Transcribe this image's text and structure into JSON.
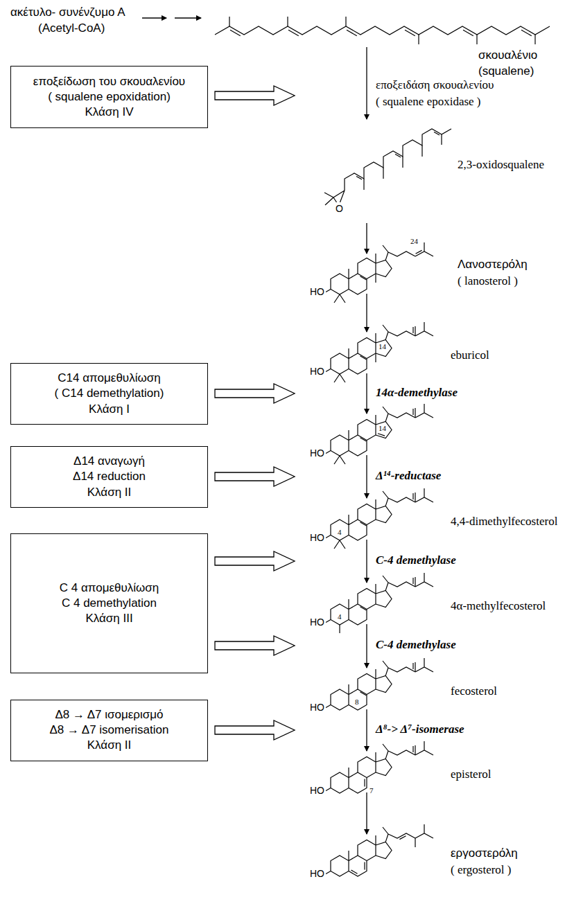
{
  "diagram": {
    "nodes": [
      {
        "text": [
          "εποξείδωση του σκουαλενίου",
          "( squalene epoxidation)",
          "Κλάση IV"
        ]
      },
      {
        "text": [
          "C14 απομεθυλίωση",
          "( C14 demethylation)",
          "Κλάση I"
        ]
      },
      {
        "text": [
          "Δ14 αναγωγή",
          "Δ14 reduction",
          "Κλάση II"
        ]
      },
      {
        "text": [
          "C 4 απομεθυλίωση",
          "C 4 demethylation",
          "Κλάση III"
        ]
      },
      {
        "text": [
          "Δ8 → Δ7 ισομερισμό",
          "Δ8 → Δ7 isomerisation",
          "Κλάση II"
        ]
      }
    ],
    "labels": [
      "ακέτυλο- συνένζυμο Α",
      "(Acetyl-CoA)",
      "σκουαλένιο",
      "(squalene)",
      "εποξειδάση σκουαλενίου",
      "( squalene epoxidase )",
      "O",
      "2,3-oxidosqualene",
      "24",
      "HO",
      "Λανοστερόλη",
      "( lanosterol )",
      "14",
      "HO",
      "eburicol",
      "14α-demethylase",
      "14",
      "HO",
      "Δ¹⁴-reductase",
      "4",
      "HO",
      "4,4-dimethylfecosterol",
      "C-4 demethylase",
      "4",
      "HO",
      "4α-methylfecosterol",
      "C-4 demethylase",
      "8",
      "HO",
      "fecosterol",
      "Δ⁸-> Δ⁷-isomerase",
      "7",
      "HO",
      "episterol",
      "HO",
      "εργοστερόλη",
      "( ergosterol )"
    ]
  }
}
